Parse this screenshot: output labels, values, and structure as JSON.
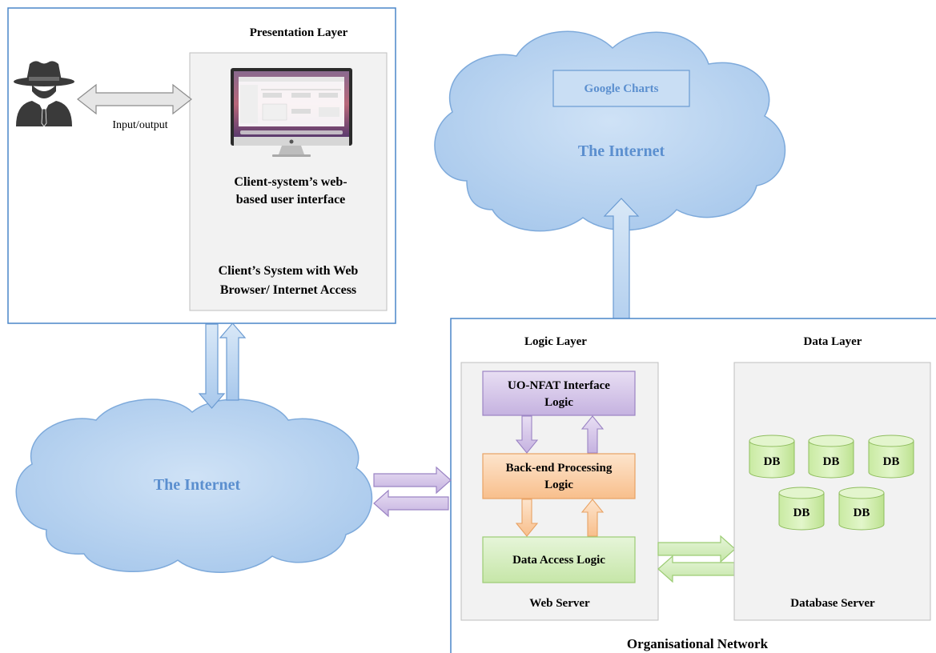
{
  "presentation": {
    "layer_title": "Presentation Layer",
    "io_label": "Input/output",
    "ui_caption_line1": "Client-system’s web-",
    "ui_caption_line2": "based user interface",
    "client_line1": "Client’s System with Web",
    "client_line2": "Browser/ Internet Access",
    "user_icon": "user-hat-icon",
    "monitor_icon": "desktop-monitor-icon"
  },
  "cloud_top": {
    "service": "Google Charts",
    "label": "The Internet"
  },
  "cloud_left": {
    "label": "The Internet"
  },
  "org_network": {
    "title": "Organisational Network",
    "logic_layer_title": "Logic Layer",
    "data_layer_title": "Data Layer",
    "web_server_label": "Web Server",
    "database_server_label": "Database Server",
    "logic_boxes": {
      "interface_line1": "UO-NFAT Interface",
      "interface_line2": "Logic",
      "backend_line1": "Back-end Processing",
      "backend_line2": "Logic",
      "data_access": "Data Access Logic"
    },
    "databases": [
      "DB",
      "DB",
      "DB",
      "DB",
      "DB"
    ]
  },
  "colors": {
    "frame": "#4a86c8",
    "cloud_fill": "#bcd7f2",
    "cloud_stroke": "#7eaadb",
    "internet_text": "#5b8fcf",
    "interface_box": "#d9cdea",
    "backend_box": "#fbd4b4",
    "data_access_box": "#d7efc4",
    "db_fill": "#d7f0b8",
    "arrow_blue": "#c7dcf3",
    "arrow_purple": "#d9cdea",
    "arrow_orange": "#fbd4b4",
    "arrow_green": "#d7efc4"
  }
}
